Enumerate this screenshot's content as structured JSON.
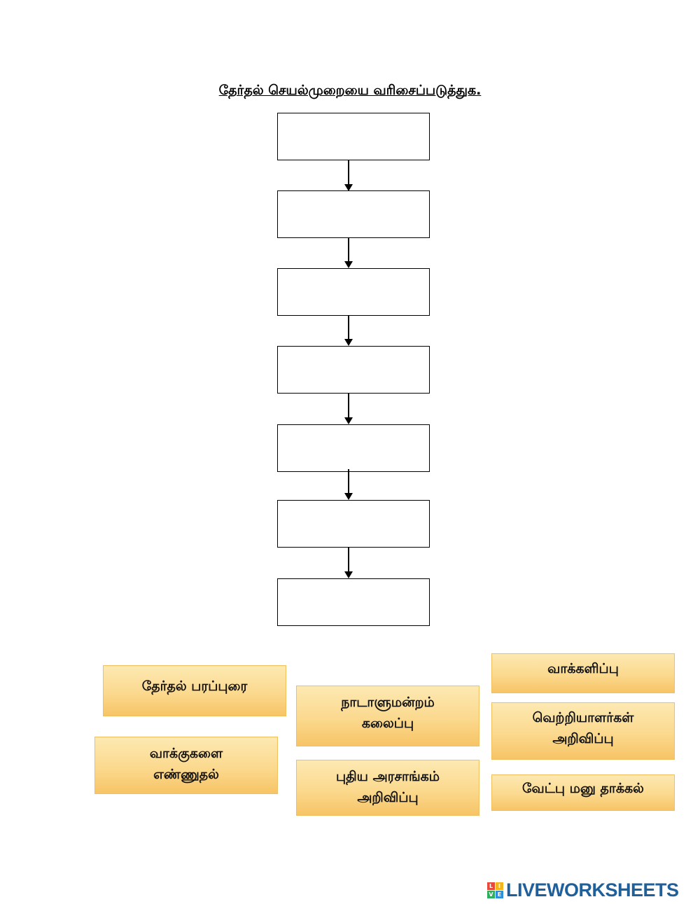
{
  "title": "தேர்தல் செயல்முறையை வரிசைப்படுத்துக.",
  "flowchart": {
    "slots": [
      "",
      "",
      "",
      "",
      "",
      "",
      ""
    ]
  },
  "cards": {
    "therthal_parappurai": "தேர்தல் பரப்புரை",
    "vaakkugalai_ennudhal": "வாக்குகளை\nஎண்ணுதல்",
    "naadalumandram_kalaippu": "நாடாளுமன்றம்\nகலைப்பு",
    "pudhiya_arasaangam_arivippu": "புதிய அரசாங்கம்\nஅறிவிப்பு",
    "vaakkalippu": "வாக்களிப்பு",
    "vetriyaalargal_arivippu": "வெற்றியாளர்கள்\nஅறிவிப்பு",
    "vetpu_manu_thaakkal": "வேட்பு மனு தாக்கல்"
  },
  "branding": {
    "logo_letters": [
      "L",
      "I",
      "V",
      "E"
    ],
    "logo_colors": [
      "#e64a3c",
      "#f3b51b",
      "#2fae5f",
      "#2f8fd8"
    ],
    "text": "LIVEWORKSHEETS",
    "text_color": "#1f5f9a"
  }
}
